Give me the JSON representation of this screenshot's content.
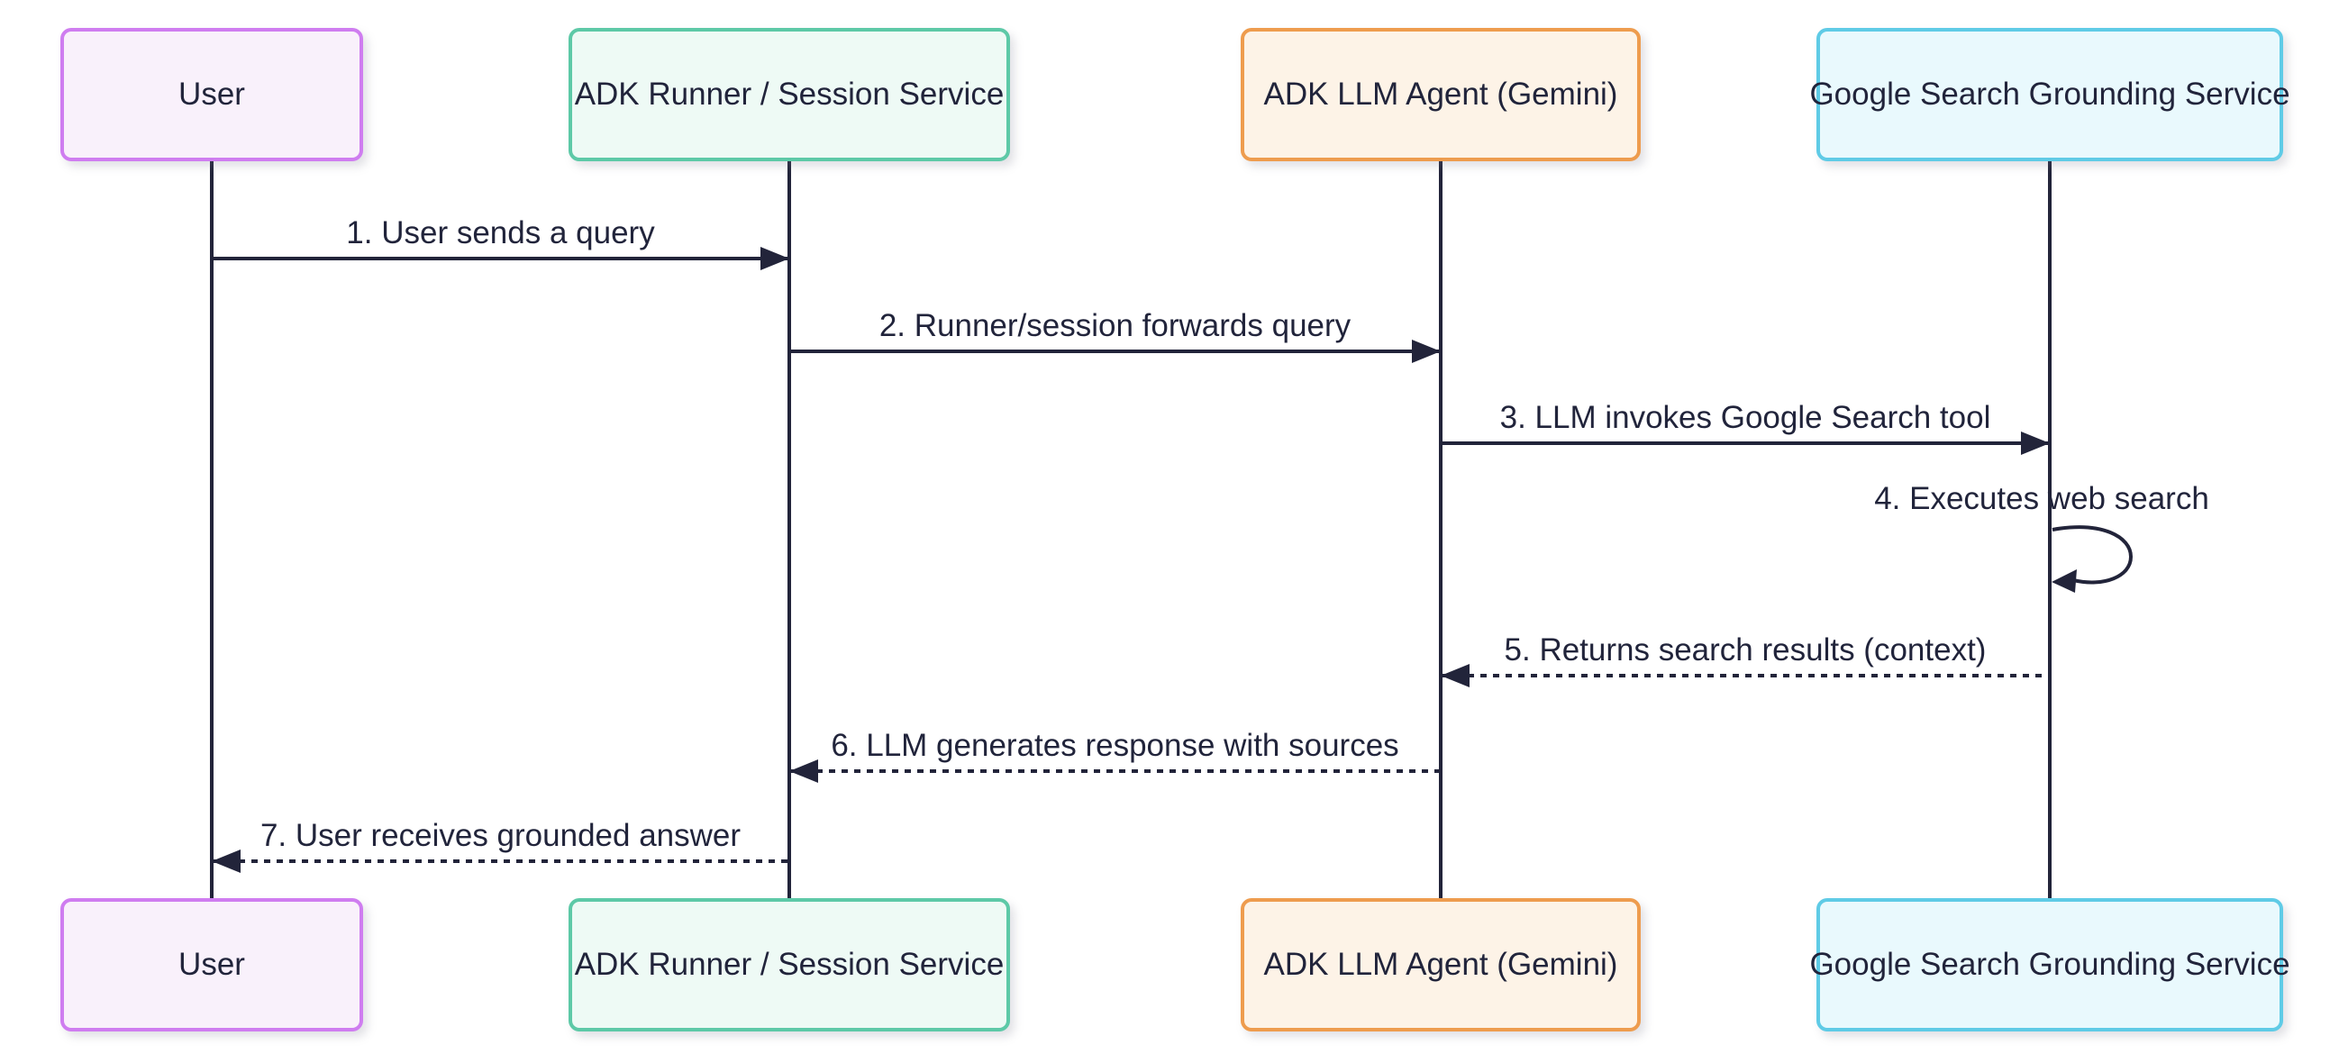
{
  "diagram": {
    "type": "sequence-diagram",
    "background": "#ffffff",
    "line_color": "#22243a",
    "text_color": "#21243b",
    "participants": [
      {
        "label": "User",
        "fill": "#f9f1fb",
        "border": "#cf7df0"
      },
      {
        "label": "ADK Runner / Session Service",
        "fill": "#eefaf5",
        "border": "#5dc9a7"
      },
      {
        "label": "ADK LLM Agent (Gemini)",
        "fill": "#fdf3e7",
        "border": "#ee9c4e"
      },
      {
        "label": "Google Search Grounding Service",
        "fill": "#e9f9fd",
        "border": "#5fcbe6"
      }
    ],
    "messages": [
      {
        "label": "1. User sends a query",
        "from": "User",
        "to": "ADK Runner / Session Service",
        "line": "solid",
        "direction": "right"
      },
      {
        "label": "2. Runner/session forwards query",
        "from": "ADK Runner / Session Service",
        "to": "ADK LLM Agent (Gemini)",
        "line": "solid",
        "direction": "right"
      },
      {
        "label": "3. LLM invokes Google Search tool",
        "from": "ADK LLM Agent (Gemini)",
        "to": "Google Search Grounding Service",
        "line": "solid",
        "direction": "right"
      },
      {
        "label": "4. Executes web search",
        "from": "Google Search Grounding Service",
        "to": "Google Search Grounding Service",
        "line": "solid",
        "direction": "self"
      },
      {
        "label": "5. Returns search results (context)",
        "from": "Google Search Grounding Service",
        "to": "ADK LLM Agent (Gemini)",
        "line": "dotted",
        "direction": "left"
      },
      {
        "label": "6. LLM generates response with sources",
        "from": "ADK LLM Agent (Gemini)",
        "to": "ADK Runner / Session Service",
        "line": "dotted",
        "direction": "left"
      },
      {
        "label": "7. User receives grounded answer",
        "from": "ADK Runner / Session Service",
        "to": "User",
        "line": "dotted",
        "direction": "left"
      }
    ]
  }
}
